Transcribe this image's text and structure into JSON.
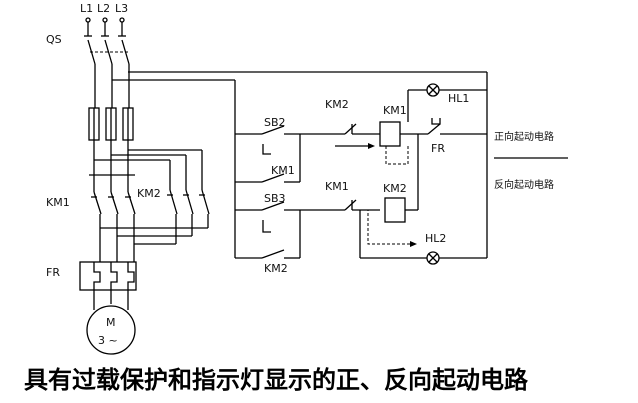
{
  "labels": {
    "l1": "L1",
    "l2": "L2",
    "l3": "L3",
    "qs": "QS",
    "km1_main": "KM1",
    "km2_main": "KM2",
    "fr_main": "FR",
    "motor_top": "M",
    "motor_bottom": "3 ~",
    "sb2": "SB2",
    "sb3": "SB3",
    "km1_aux_hold": "KM1",
    "km2_aux_hold": "KM2",
    "km2_interlock": "KM2",
    "km1_interlock": "KM1",
    "km1_coil": "KM1",
    "km2_coil": "KM2",
    "fr_contact": "FR",
    "hl1": "HL1",
    "hl2": "HL2",
    "forward_circuit": "正向起动电路",
    "reverse_circuit": "反向起动电路"
  },
  "caption": "具有过载保护和指示灯显示的正、反向起动电路"
}
